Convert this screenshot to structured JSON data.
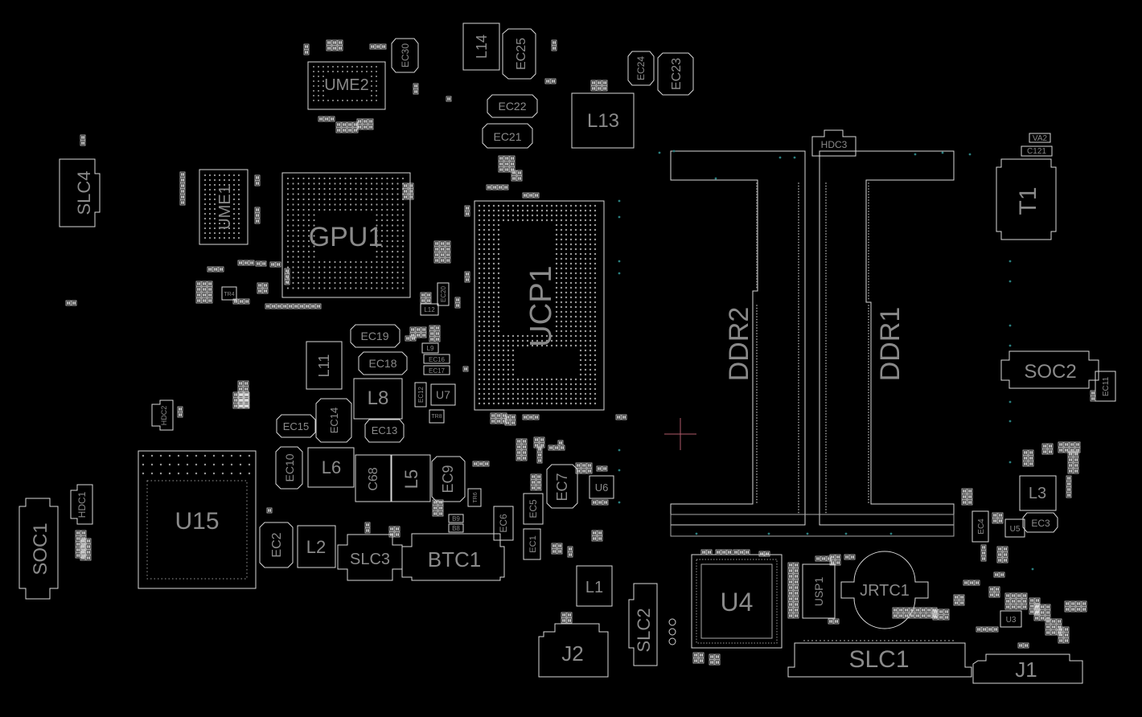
{
  "view": {
    "background": "#000000",
    "outline_color": "#d8d8d8",
    "label_color": "#8a8a8a",
    "cursor_color": "#b05a6a",
    "via_color": "#2a7f7f"
  },
  "labels": {
    "slc4": "SLC4",
    "ume1": "UME1",
    "ume2": "UME2",
    "gpu1": "GPU1",
    "ec30": "EC30",
    "l14": "L14",
    "ec25": "EC25",
    "ec24": "EC24",
    "ec23": "EC23",
    "ec22": "EC22",
    "ec21": "EC21",
    "l13": "L13",
    "hdc3": "HDC3",
    "va2": "VA2",
    "c121": "C121",
    "t1": "T1",
    "ucp1": "UCP1",
    "ddr2": "DDR2",
    "ddr1": "DDR1",
    "soc2": "SOC2",
    "ec11": "EC11",
    "ec19": "EC19",
    "ec18": "EC18",
    "l11": "L11",
    "l8": "L8",
    "u7": "U7",
    "ec13": "EC13",
    "ec14": "EC14",
    "ec15": "EC15",
    "hdc2": "HDC2",
    "u15": "U15",
    "ec10": "EC10",
    "l6": "L6",
    "c68": "C68",
    "l5": "L5",
    "ec9": "EC9",
    "ec7": "EC7",
    "u6": "U6",
    "ec5": "EC5",
    "ec6": "EC6",
    "ec1": "EC1",
    "hdc1": "HDC1",
    "soc1": "SOC1",
    "ec2": "EC2",
    "l2": "L2",
    "slc3": "SLC3",
    "btc1": "BTC1",
    "l1": "L1",
    "j2": "J2",
    "slc2": "SLC2",
    "u4": "U4",
    "usp1": "USP1",
    "jrtc1": "JRTC1",
    "slc1": "SLC1",
    "j1": "J1",
    "l3": "L3",
    "ec3": "EC3",
    "ec4": "EC4",
    "u5": "U5",
    "u3": "U3",
    "ec20": "EC20",
    "ec16": "EC16",
    "ec17": "EC17",
    "ec12": "EC12",
    "l12": "L12",
    "l9": "L9",
    "tr8": "TR8",
    "tr6": "TR6",
    "tr4": "TR4",
    "b9": "B9",
    "b8": "B8"
  }
}
